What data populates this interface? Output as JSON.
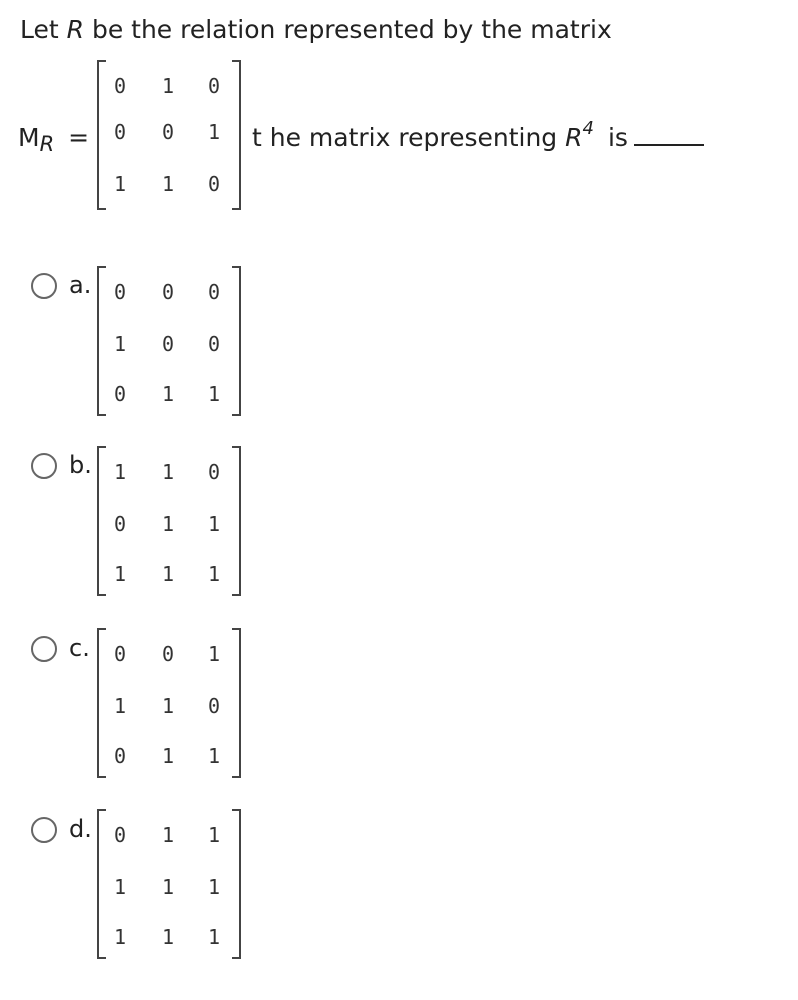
{
  "question": {
    "stem_prefix": "Let ",
    "stem_var": "R",
    "stem_suffix": " be the  relation represented by the matrix",
    "mr_main": "M",
    "mr_sub": "R",
    "mr_eq": " =",
    "tail_text": "t he matrix representing ",
    "tail_var": "R",
    "tail_sup": "4",
    "tail_is": "is",
    "matrix": [
      [
        "0",
        "1",
        "0"
      ],
      [
        "0",
        "0",
        "1"
      ],
      [
        "1",
        "1",
        "0"
      ]
    ]
  },
  "options": [
    {
      "letter": "a.",
      "matrix": [
        [
          "0",
          "0",
          "0"
        ],
        [
          "1",
          "0",
          "0"
        ],
        [
          "0",
          "1",
          "1"
        ]
      ]
    },
    {
      "letter": "b.",
      "matrix": [
        [
          "1",
          "1",
          "0"
        ],
        [
          "0",
          "1",
          "1"
        ],
        [
          "1",
          "1",
          "1"
        ]
      ]
    },
    {
      "letter": "c.",
      "matrix": [
        [
          "0",
          "0",
          "1"
        ],
        [
          "1",
          "1",
          "0"
        ],
        [
          "0",
          "1",
          "1"
        ]
      ]
    },
    {
      "letter": "d.",
      "matrix": [
        [
          "0",
          "1",
          "1"
        ],
        [
          "1",
          "1",
          "1"
        ],
        [
          "1",
          "1",
          "1"
        ]
      ]
    }
  ]
}
